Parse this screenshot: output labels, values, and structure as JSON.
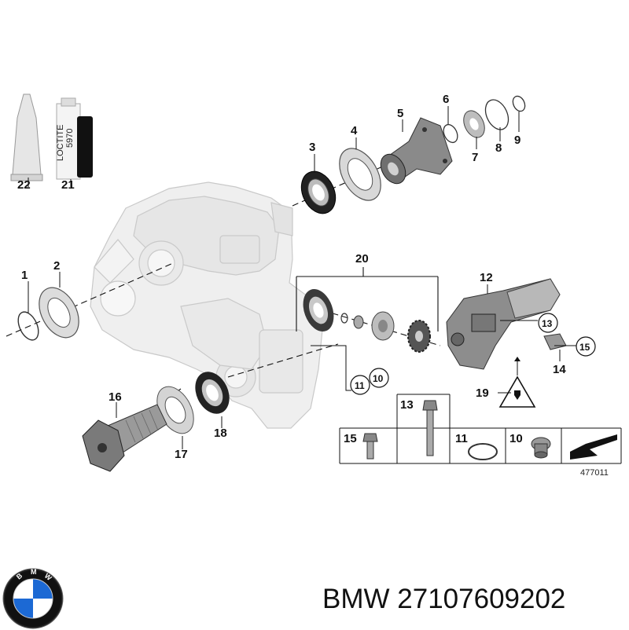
{
  "callouts": {
    "c1": "1",
    "c2": "2",
    "c3": "3",
    "c4": "4",
    "c5": "5",
    "c6": "6",
    "c7": "7",
    "c8": "8",
    "c9": "9",
    "c10": "10",
    "c11": "11",
    "c12": "12",
    "c13": "13",
    "c14": "14",
    "c15": "15",
    "c16": "16",
    "c17": "17",
    "c18": "18",
    "c19": "19",
    "c20": "20",
    "c21": "21",
    "c22": "22"
  },
  "legend": {
    "box15": "15",
    "box13": "13",
    "box11": "11",
    "box10": "10"
  },
  "diagram_ref": "477011",
  "tube_label": {
    "brand": "LOCTITE",
    "code": "5970"
  },
  "caption": {
    "brand": "BMW",
    "part_number": "27107609202"
  },
  "logo": {
    "text": "BMW",
    "colors": {
      "blue": "#1c69d4",
      "white": "#ffffff",
      "ring": "#111111"
    }
  }
}
